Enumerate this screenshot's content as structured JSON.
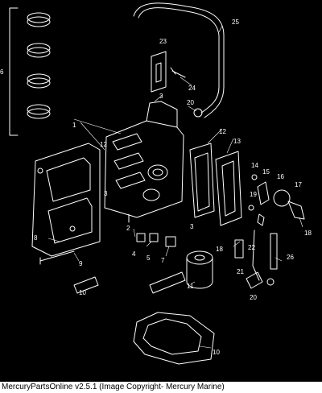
{
  "callouts": [
    "1",
    "2",
    "3",
    "3",
    "3",
    "4",
    "5",
    "6",
    "7",
    "8",
    "9",
    "10",
    "10",
    "11",
    "12",
    "12",
    "13",
    "14",
    "15",
    "16",
    "17",
    "18",
    "18",
    "19",
    "20",
    "20",
    "21",
    "22",
    "23",
    "24",
    "25",
    "26"
  ],
  "footer": {
    "text": "MercuryPartsOnline v2.5.1 (Image Copyright- Mercury Marine)"
  }
}
